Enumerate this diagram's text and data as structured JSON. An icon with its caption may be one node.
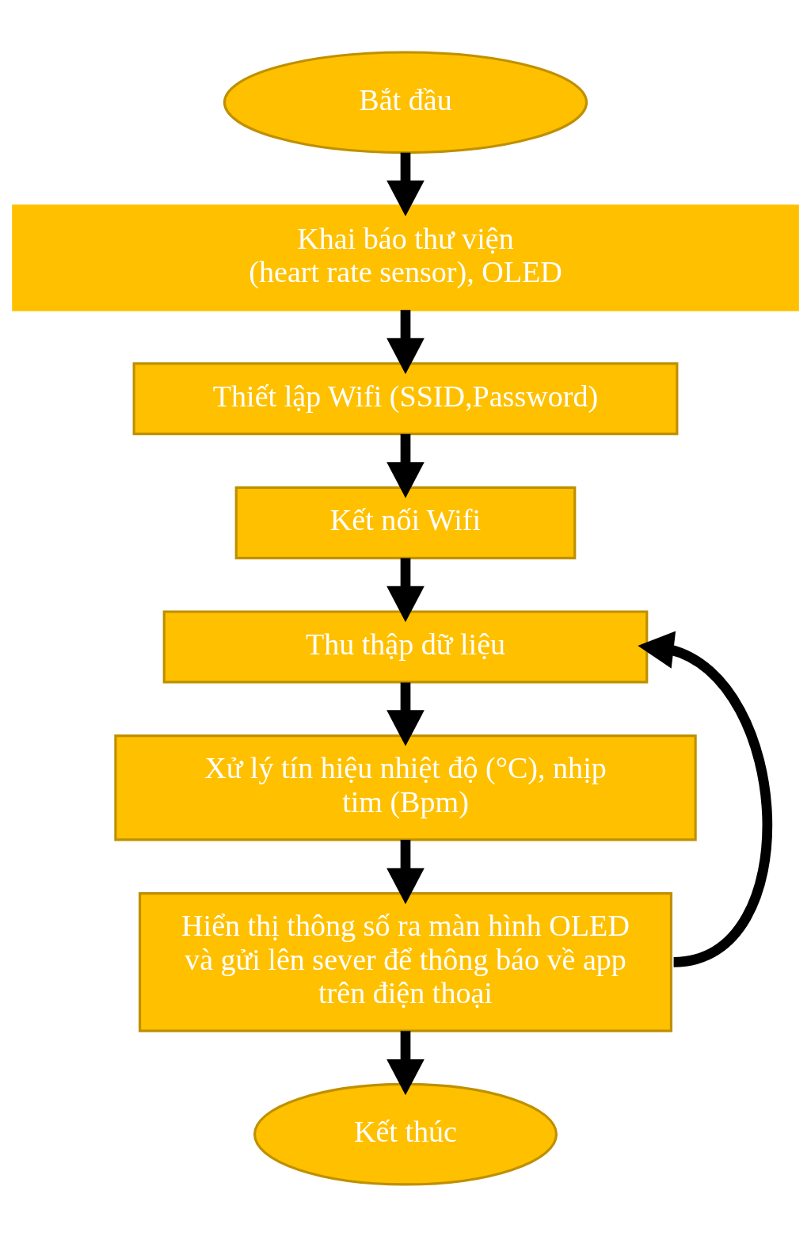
{
  "diagram": {
    "nodes": [
      {
        "text": [
          "Bắt đầu"
        ]
      },
      {
        "text": [
          "Khai báo thư viện",
          "(heart rate sensor), OLED"
        ]
      },
      {
        "text": [
          "Thiết lập Wifi (SSID,Password)"
        ]
      },
      {
        "text": [
          "Kết nối Wifi"
        ]
      },
      {
        "text": [
          "Thu thập dữ liệu"
        ]
      },
      {
        "text": [
          "Xử lý tín hiệu nhiệt độ (°C), nhịp tim (Bpm)"
        ]
      },
      {
        "text": [
          "Hiển thị thông số ra màn hình OLED và gửi lên sever để thông báo về app trên điện thoại"
        ]
      },
      {
        "text": [
          "Kết thúc"
        ]
      }
    ],
    "edges": [
      {
        "from": 0,
        "to": 1,
        "arrow": "to"
      },
      {
        "from": 1,
        "to": 2,
        "arrow": "to"
      },
      {
        "from": 2,
        "to": 3,
        "arrow": "to"
      },
      {
        "from": 3,
        "to": 4,
        "arrow": "to"
      },
      {
        "from": 4,
        "to": 5,
        "arrow": "to"
      },
      {
        "from": 5,
        "to": 6,
        "arrow": "to"
      },
      {
        "from": 6,
        "to": 7,
        "arrow": "to"
      },
      {
        "from": 6,
        "to": 4,
        "arrow": "to"
      }
    ]
  }
}
